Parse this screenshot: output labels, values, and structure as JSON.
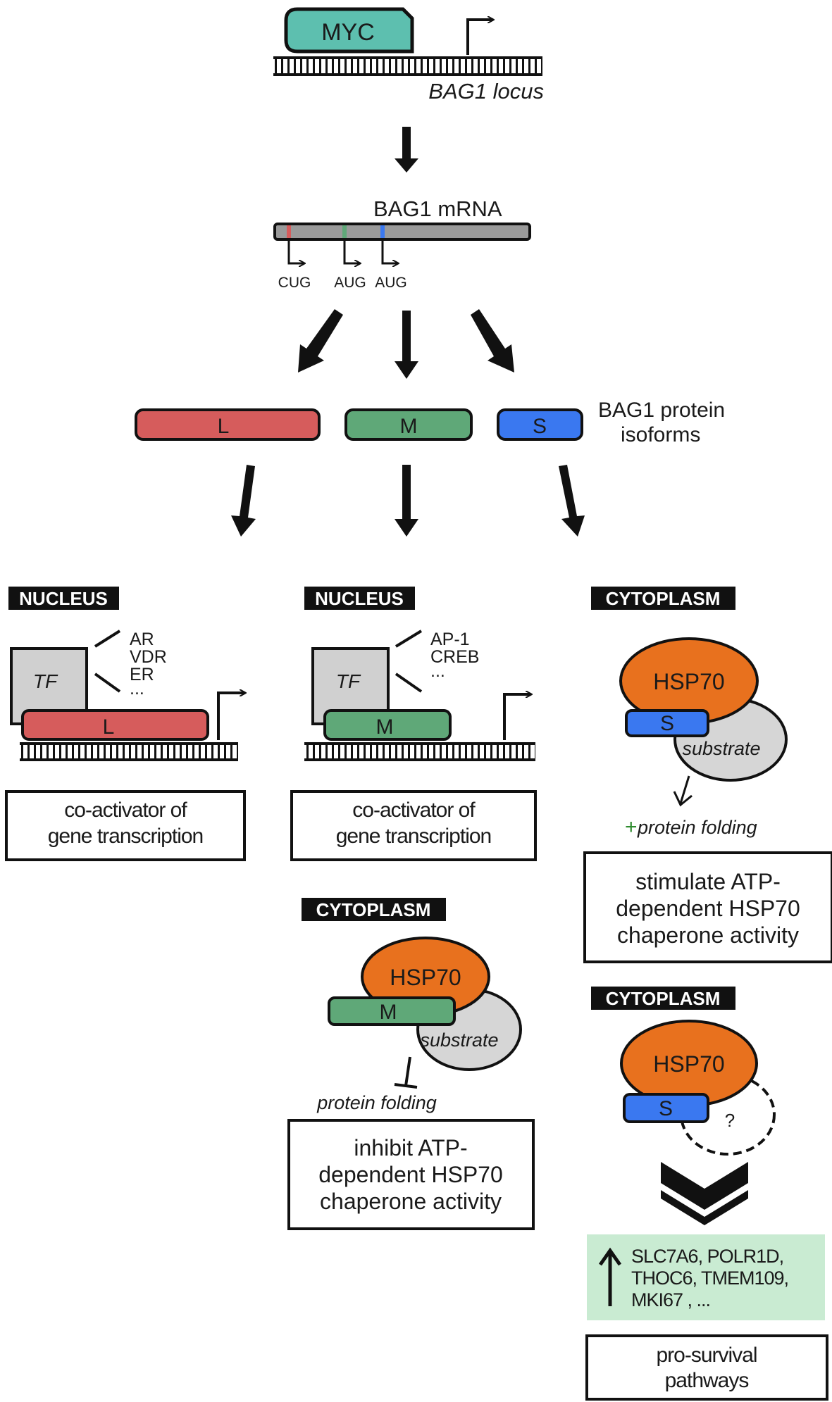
{
  "locus": {
    "myc": "MYC",
    "label": "BAG1 locus"
  },
  "mrna": {
    "label": "BAG1 mRNA",
    "starts": [
      "CUG",
      "AUG",
      "AUG"
    ]
  },
  "isoforms": {
    "l": "L",
    "m": "M",
    "s": "S",
    "label_line1": "BAG1 protein",
    "label_line2": "isoforms"
  },
  "col_l": {
    "compartment": "NUCLEUS",
    "tf": "TF",
    "factors": [
      "AR",
      "VDR",
      "ER",
      "..."
    ],
    "isoform": "L",
    "function_line1": "co-activator of",
    "function_line2": "gene transcription"
  },
  "col_m": {
    "compartment": "NUCLEUS",
    "tf": "TF",
    "factors": [
      "AP-1",
      "CREB",
      "..."
    ],
    "isoform": "M",
    "function_line1": "co-activator of",
    "function_line2": "gene transcription",
    "cyto": {
      "compartment": "CYTOPLASM",
      "hsp": "HSP70",
      "isoform": "M",
      "substrate": "substrate",
      "folding": "protein folding",
      "function_line1": "inhibit ATP-",
      "function_line2": "dependent HSP70",
      "function_line3": "chaperone activity"
    }
  },
  "col_s": {
    "cyto1": {
      "compartment": "CYTOPLASM",
      "hsp": "HSP70",
      "isoform": "S",
      "substrate": "substrate",
      "plus": "+",
      "folding": "protein folding",
      "function_line1": "stimulate  ATP-",
      "function_line2": "dependent HSP70",
      "function_line3": "chaperone activity"
    },
    "cyto2": {
      "compartment": "CYTOPLASM",
      "hsp": "HSP70",
      "isoform": "S",
      "unknown": "?",
      "genes_line1": "SLC7A6, POLR1D,",
      "genes_line2": "THOC6, TMEM109,",
      "genes_line3": "MKI67  ,  ...",
      "outcome_line1": "pro-survival",
      "outcome_line2": "pathways"
    }
  },
  "colors": {
    "myc": "#5dbfaf",
    "isoform_l": "#d65c5c",
    "isoform_m": "#5fa878",
    "isoform_s": "#3a78f0",
    "hsp70": "#e8711e",
    "substrate": "#d6d6d6",
    "tf": "#d0d0d0",
    "mrna": "#9a9a9a",
    "gene_box": "#c9ebd2",
    "plus": "#2e8b2e"
  }
}
